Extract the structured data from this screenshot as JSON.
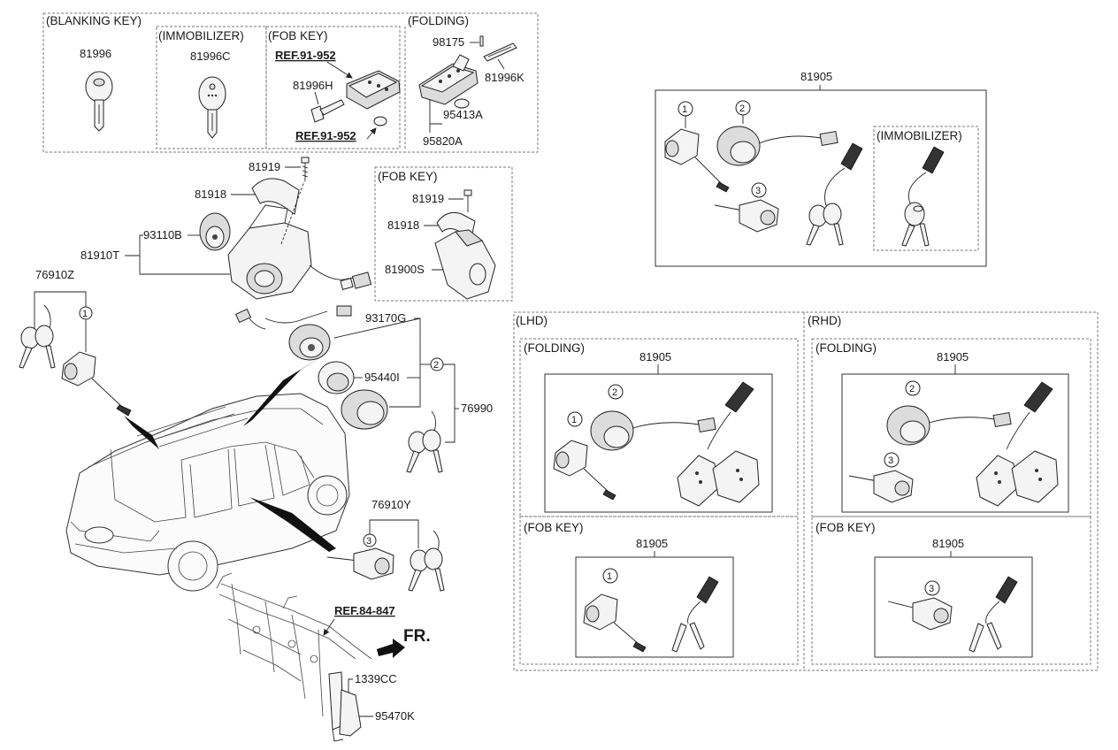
{
  "groups": {
    "blanking_key": "(BLANKING KEY)",
    "immobilizer": "(IMMOBILIZER)",
    "fob_key": "(FOB KEY)",
    "folding": "(FOLDING)",
    "lhd": "(LHD)",
    "rhd": "(RHD)"
  },
  "parts": {
    "p81996": "81996",
    "p81996C": "81996C",
    "p81996H": "81996H",
    "p98175": "98175",
    "p81996K": "81996K",
    "p95413A": "95413A",
    "p95820A": "95820A",
    "p81919": "81919",
    "p81918": "81918",
    "p93110B": "93110B",
    "p81910T": "81910T",
    "p76910Z": "76910Z",
    "p81900S": "81900S",
    "p93170G": "93170G",
    "p95440I": "95440I",
    "p76990": "76990",
    "p76910Y": "76910Y",
    "p1339CC": "1339CC",
    "p95470K": "95470K",
    "p81905": "81905"
  },
  "refs": {
    "r91952": "REF.91-952",
    "r84847": "REF.84-847"
  },
  "callouts": {
    "c1": "1",
    "c2": "2",
    "c3": "3"
  },
  "direction": "FR."
}
